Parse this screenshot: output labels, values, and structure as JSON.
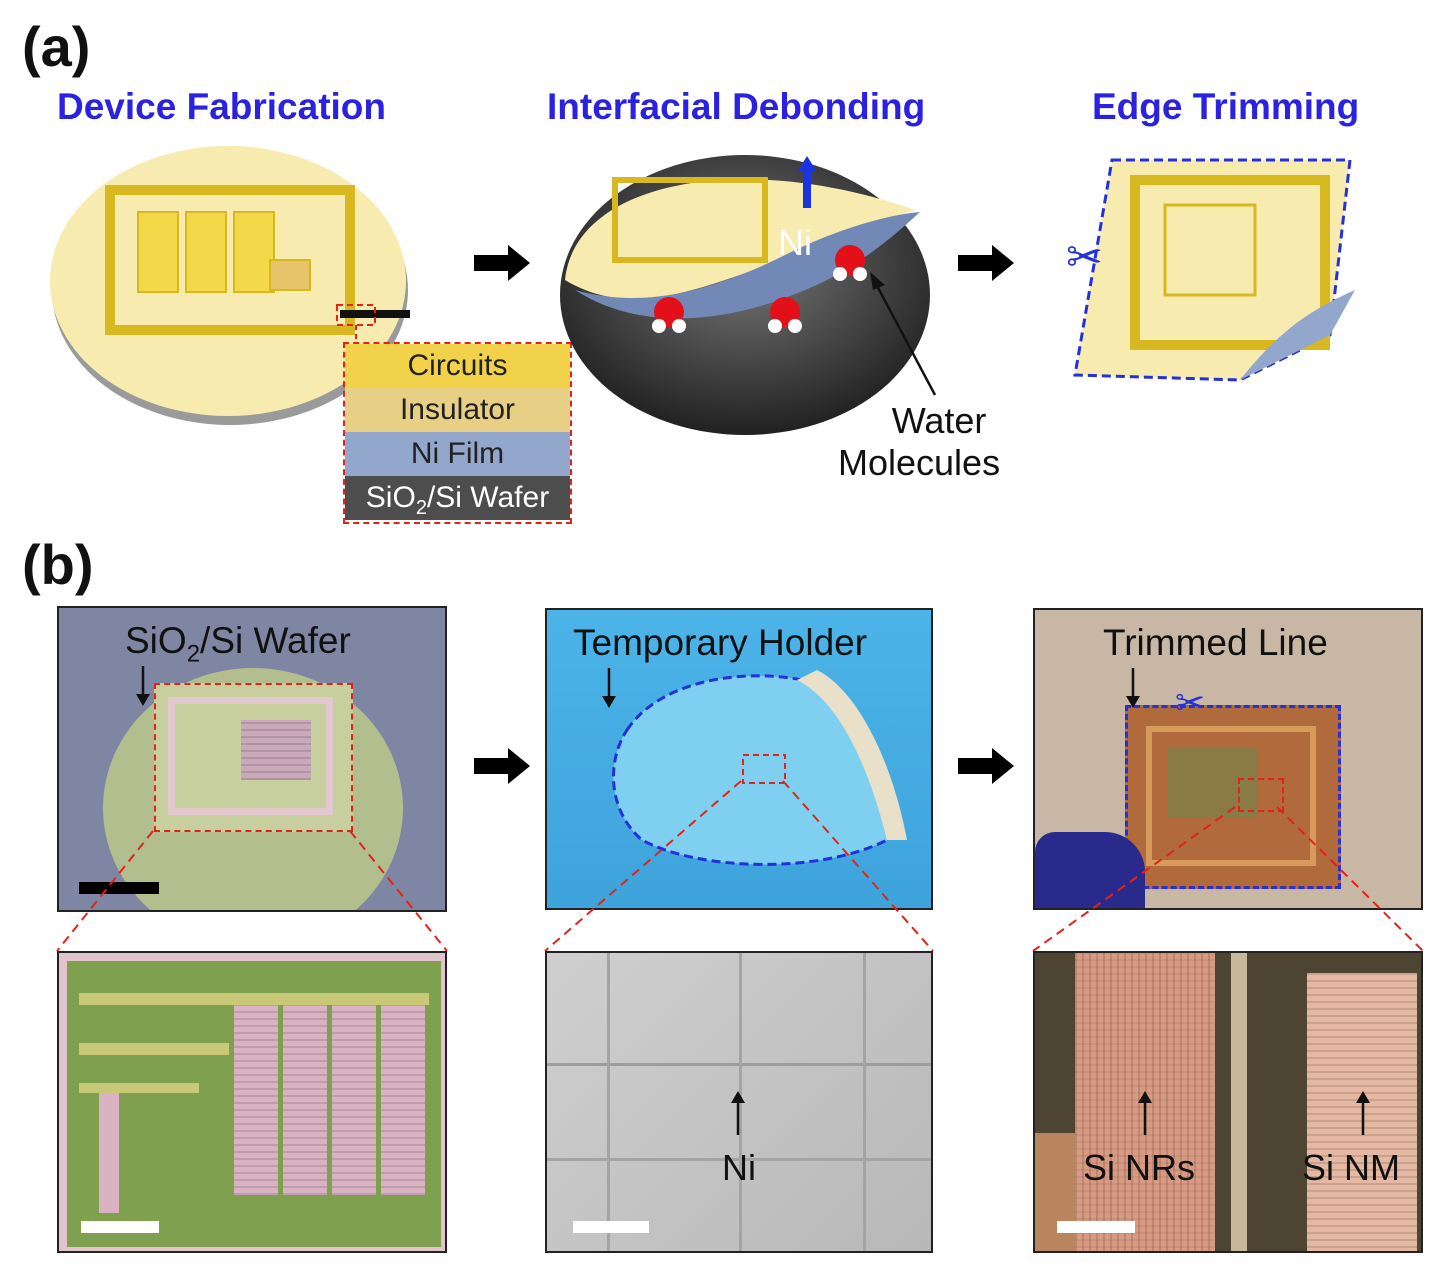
{
  "panel_a": {
    "label": "(a)",
    "steps": [
      {
        "title": "Device Fabrication"
      },
      {
        "title": "Interfacial Debonding"
      },
      {
        "title": "Edge Trimming"
      }
    ],
    "layers": [
      {
        "name": "Circuits",
        "color": "#f2d24a"
      },
      {
        "name": "Insulator",
        "color": "#e7cf86"
      },
      {
        "name": "Ni Film",
        "color": "#93a7cc"
      },
      {
        "name": "SiO2/Si Wafer",
        "sio2_prefix": "SiO",
        "sio2_sub": "2",
        "sio2_suffix": "/Si Wafer",
        "color": "#4d4d4d"
      }
    ],
    "ni_label": "Ni",
    "water_label_line1": "Water",
    "water_label_line2": "Molecules"
  },
  "panel_b": {
    "label": "(b)",
    "top": [
      {
        "label_prefix": "SiO",
        "label_sub": "2",
        "label_suffix": "/Si Wafer"
      },
      {
        "label": "Temporary Holder"
      },
      {
        "label": "Trimmed Line"
      }
    ],
    "bottom": [
      {
        "marks": []
      },
      {
        "marks": [
          "Ni"
        ]
      },
      {
        "marks": [
          "Si NRs",
          "Si NM"
        ]
      }
    ]
  },
  "colors": {
    "title_blue": "#2b22e0",
    "dash_red": "#e2231a",
    "dash_blue": "#2430d8",
    "arrow_black": "#000000"
  }
}
